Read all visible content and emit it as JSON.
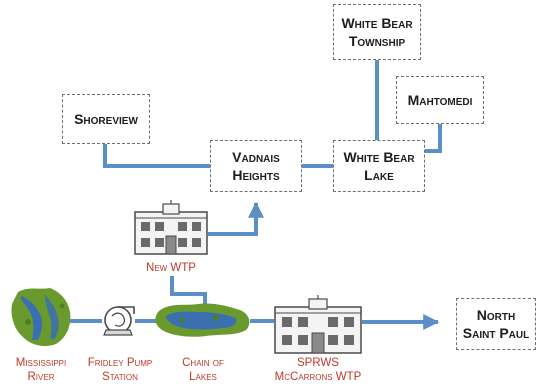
{
  "nodes": {
    "white_bear_township": [
      "White Bear",
      "Township"
    ],
    "mahtomedi": [
      "Mahtomedi"
    ],
    "shoreview": [
      "Shoreview"
    ],
    "vadnais_heights": [
      "Vadnais",
      "Heights"
    ],
    "white_bear_lake": [
      "White Bear",
      "Lake"
    ],
    "north_saint_paul": [
      "North",
      "Saint Paul"
    ]
  },
  "labels": {
    "new_wtp": [
      "New WTP"
    ],
    "mississippi_river": [
      "Mississippi",
      "River"
    ],
    "fridley_pump_station": [
      "Fridley Pump",
      "Station"
    ],
    "chain_of_lakes": [
      "Chain of",
      "Lakes"
    ],
    "sprws_mccarrons": [
      "SPRWS",
      "McCarrons WTP"
    ]
  },
  "colors": {
    "pipe": "#5b8fc8",
    "label": "#c0392b",
    "building": "#4a4a4a",
    "water": "#3a6fb0",
    "vegetation": "#6a9a2e"
  }
}
